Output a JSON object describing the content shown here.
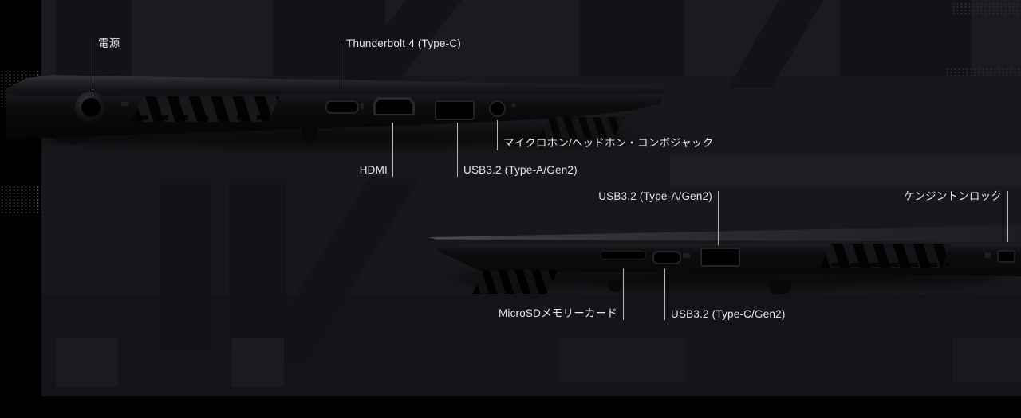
{
  "colors": {
    "background": "#18181c",
    "frame_black": "#000000",
    "label_text": "#e6e6e8",
    "callout_line": "#b5b5b9"
  },
  "callouts": {
    "laptop_top": [
      {
        "label": "電源"
      },
      {
        "label": "Thunderbolt 4 (Type-C)"
      },
      {
        "label": "HDMI"
      },
      {
        "label": "USB3.2 (Type-A/Gen2)"
      },
      {
        "label": "マイクロホン/ヘッドホン・コンボジャック"
      }
    ],
    "laptop_bottom": [
      {
        "label": "USB3.2 (Type-A/Gen2)"
      },
      {
        "label": "ケンジントンロック"
      },
      {
        "label": "MicroSDメモリーカード"
      },
      {
        "label": "USB3.2 (Type-C/Gen2)"
      }
    ]
  },
  "ports": {
    "laptop_top": [
      "dc-power-jack",
      "thunderbolt4-type-c-port",
      "hdmi-port",
      "usb-a-port",
      "audio-combo-jack"
    ],
    "laptop_bottom": [
      "microsd-card-slot",
      "usb-c-port",
      "usb-a-port",
      "kensington-lock-slot"
    ]
  }
}
